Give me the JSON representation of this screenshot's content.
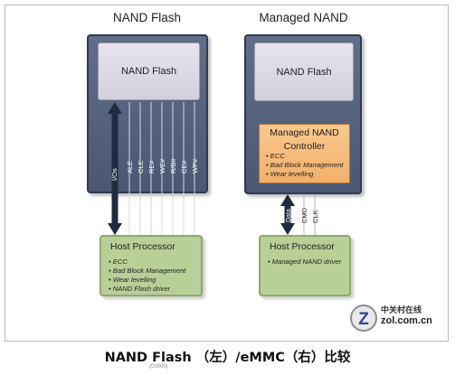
{
  "left": {
    "title": "NAND Flash",
    "chip": "NAND Flash",
    "signals": [
      "ALE",
      "CLE",
      "RE#",
      "WE#",
      "R/B#",
      "CE#",
      "WP#"
    ],
    "io_label": "I/Os",
    "host": {
      "title": "Host Processor",
      "features": [
        "ECC",
        "Bad Block Management",
        "Wear levelling",
        "NAND Flash driver"
      ]
    }
  },
  "right": {
    "title": "Managed NAND",
    "chip": "NAND Flash",
    "controller": {
      "title_line1": "Managed NAND",
      "title_line2": "Controller",
      "features": [
        "ECC",
        "Bad Block Management",
        "Wear levelling"
      ]
    },
    "signals": [
      "Data",
      "CMD",
      "CLK"
    ],
    "host": {
      "title": "Host Processor",
      "features": [
        "Managed NAND driver"
      ]
    }
  },
  "logo": {
    "cn": "中关村在线",
    "en": "zol.com.cn",
    "mark": "Z"
  },
  "caption": {
    "text": "NAND  Flash （左）/eMMC（右）比较",
    "sub": "(00000)"
  },
  "colors": {
    "panel": "#56647f",
    "chip": "#dcd9e3",
    "controller": "#f6bb78",
    "host": "#b8cf98",
    "arrow": "#1f2b40"
  }
}
